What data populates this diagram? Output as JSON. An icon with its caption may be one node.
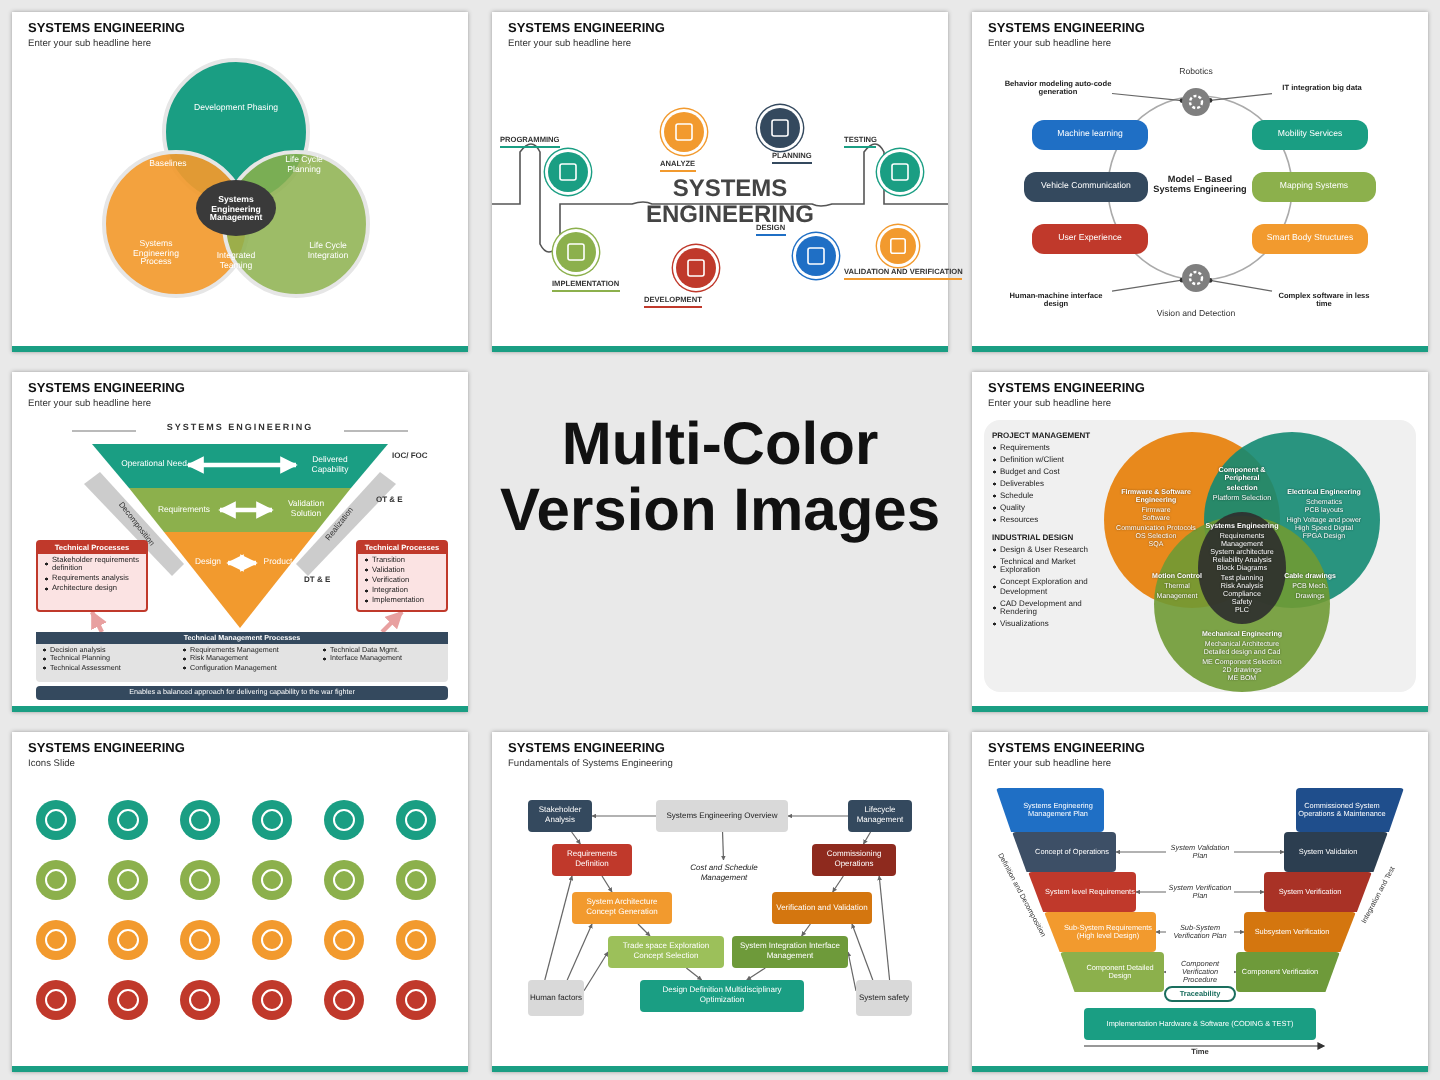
{
  "diagram": {
    "nodes": [
      {
        "text": [
          "SYSTEMS ENGINEERING",
          "Enter your sub headline here"
        ]
      },
      {
        "text": [
          "Development Phasing"
        ],
        "in": 0
      },
      {
        "text": [
          "Baselines"
        ],
        "in": 0
      },
      {
        "text": [
          "Life Cycle Planning"
        ],
        "in": 0
      },
      {
        "text": [
          "Systems Engineering Management"
        ],
        "in": 0
      },
      {
        "text": [
          "Systems Engineering Process"
        ],
        "in": 0
      },
      {
        "text": [
          "Integrated Teaming"
        ],
        "in": 0
      },
      {
        "text": [
          "Life Cycle Integration"
        ],
        "in": 0
      },
      {
        "text": [
          "SYSTEMS ENGINEERING",
          "Enter your sub headline here"
        ]
      },
      {
        "text": [],
        "shape": "circle",
        "beside": [
          "PROGRAMMING"
        ],
        "in": 8
      },
      {
        "text": [],
        "shape": "circle",
        "beside": [
          "IMPLEMENTATION"
        ],
        "in": 8
      },
      {
        "text": [],
        "shape": "circle",
        "beside": [
          "ANALYZE"
        ],
        "in": 8
      },
      {
        "text": [],
        "shape": "circle",
        "beside": [
          "DEVELOPMENT"
        ],
        "in": 8
      },
      {
        "text": [],
        "shape": "circle",
        "beside": [
          "PLANNING"
        ],
        "in": 8
      },
      {
        "text": [],
        "shape": "circle",
        "beside": [
          "DESIGN"
        ],
        "in": 8
      },
      {
        "text": [],
        "shape": "circle",
        "beside": [
          "TESTING"
        ],
        "in": 8
      },
      {
        "text": [],
        "shape": "circle",
        "beside": [
          "VALIDATION AND VERIFICATION"
        ],
        "in": 8
      },
      {
        "text": [
          "SYSTEMS ENGINEERING",
          "Enter your sub headline here"
        ]
      },
      {
        "text": [
          "Robotics"
        ],
        "in": 17
      },
      {
        "text": [
          "Machine learning"
        ],
        "in": 17
      },
      {
        "text": [
          "Vehicle Communication"
        ],
        "in": 17
      },
      {
        "text": [
          "User Experience"
        ],
        "in": 17
      },
      {
        "text": [
          "Model – Based Systems Engineering"
        ],
        "in": 17
      },
      {
        "text": [
          "Mobility Services"
        ],
        "in": 17
      },
      {
        "text": [
          "Mapping Systems"
        ],
        "in": 17
      },
      {
        "text": [
          "Smart Body Structures"
        ],
        "in": 17
      },
      {
        "text": [
          "Vision and Detection"
        ],
        "in": 17
      },
      {
        "text": [
          "Behavior modeling auto-code generation"
        ],
        "in": 17
      },
      {
        "text": [
          "IT integration big data"
        ],
        "in": 17
      },
      {
        "text": [
          "Human-machine interface design"
        ],
        "in": 17
      },
      {
        "text": [
          "Complex software in less time"
        ],
        "in": 17
      },
      {
        "text": [
          "SYSTEMS ENGINEERING",
          "Enter your sub headline here"
        ]
      },
      {
        "text": [
          "Operational Need"
        ],
        "in": 31
      },
      {
        "text": [
          "Delivered Capability"
        ],
        "in": 31
      },
      {
        "text": [
          "Requirements"
        ],
        "in": 31
      },
      {
        "text": [
          "Validation Solution"
        ],
        "in": 31
      },
      {
        "text": [
          "Design"
        ],
        "in": 31
      },
      {
        "text": [
          "Product"
        ],
        "in": 31
      },
      {
        "text": [
          "Technical Processes",
          "Stakeholder requirements definition",
          "Requirements analysis",
          "Architecture design"
        ],
        "in": 31
      },
      {
        "text": [
          "Technical Processes",
          "Transition",
          "Validation",
          "Verification",
          "Integration",
          "Implementation"
        ],
        "in": 31
      },
      {
        "text": [
          "Technical Management Processes",
          "Decision analysis",
          "Requirements Management",
          "Technical Data Mgmt.",
          "Technical Planning",
          "Risk Management",
          "Interface Management",
          "Technical Assessment",
          "Configuration Management"
        ],
        "in": 31
      },
      {
        "text": [
          "Enables a balanced approach for delivering capability to the war fighter"
        ],
        "in": 31
      },
      {
        "text": [
          "SYSTEMS ENGINEERING",
          "Enter your sub headline here"
        ]
      },
      {
        "text": [
          "Firmware & Software Engineering",
          "Firmware",
          "Software",
          "Communication Protocols",
          "OS Selection",
          "SQA"
        ],
        "in": 42
      },
      {
        "text": [
          "Electrical Engineering",
          "Schematics",
          "PCB layouts",
          "High Voltage and power",
          "High Speed Digital",
          "FPGA Design"
        ],
        "in": 42
      },
      {
        "text": [
          "Component & Peripheral selection",
          "Platform Selection"
        ],
        "in": 42
      },
      {
        "text": [
          "Systems Engineering",
          "Requirements Management",
          "System architecture",
          "Reliability Analysis",
          "Block Diagrams",
          "Test planning",
          "Risk Analysis",
          "Compliance",
          "Safety",
          "PLC"
        ],
        "in": 42
      },
      {
        "text": [
          "Motion Control",
          "Thermal Management"
        ],
        "in": 42
      },
      {
        "text": [
          "Cable drawings",
          "PCB Mech. Drawings"
        ],
        "in": 42
      },
      {
        "text": [
          "Mechanical Engineering",
          "Mechanical Architecture",
          "Detailed design and Cad",
          "ME Component Selection",
          "2D drawings",
          "ME BOM"
        ],
        "in": 42
      },
      {
        "text": [
          "SYSTEMS ENGINEERING",
          "Icons Slide"
        ]
      },
      {
        "text": [
          "SYSTEMS ENGINEERING",
          "Fundamentals of Systems Engineering"
        ]
      },
      {
        "text": [
          "Stakeholder Analysis"
        ],
        "in": 51
      },
      {
        "text": [
          "Systems Engineering Overview"
        ],
        "in": 51
      },
      {
        "text": [
          "Lifecycle Management"
        ],
        "in": 51
      },
      {
        "text": [
          "Requirements Definition"
        ],
        "in": 51
      },
      {
        "text": [
          "Cost and Schedule Management"
        ],
        "in": 51
      },
      {
        "text": [
          "Commissioning Operations"
        ],
        "in": 51
      },
      {
        "text": [
          "System Architecture Concept Generation"
        ],
        "in": 51
      },
      {
        "text": [
          "Verification and Validation"
        ],
        "in": 51
      },
      {
        "text": [
          "Trade space Exploration Concept Selection"
        ],
        "in": 51
      },
      {
        "text": [
          "System Integration Interface Management"
        ],
        "in": 51
      },
      {
        "text": [
          "Human factors"
        ],
        "in": 51
      },
      {
        "text": [
          "Design Definition Multidisciplinary Optimization"
        ],
        "in": 51
      },
      {
        "text": [
          "System safety"
        ],
        "in": 51
      },
      {
        "text": [
          "SYSTEMS ENGINEERING",
          "Enter your sub headline here"
        ]
      },
      {
        "text": [
          "Systems Engineering Management Plan"
        ],
        "in": 65
      },
      {
        "text": [
          "Concept of Operations"
        ],
        "in": 65
      },
      {
        "text": [
          "System level Requirements"
        ],
        "in": 65
      },
      {
        "text": [
          "Sub-System Requirements (High level Design)"
        ],
        "in": 65
      },
      {
        "text": [
          "Component Detailed Design"
        ],
        "in": 65
      },
      {
        "text": [
          "Implementation Hardware & Software (CODING & TEST)"
        ],
        "in": 65
      },
      {
        "text": [
          "Commissioned System Operations & Maintenance"
        ],
        "in": 65
      },
      {
        "text": [
          "System Validation"
        ],
        "in": 65
      },
      {
        "text": [
          "System Verification"
        ],
        "in": 65
      },
      {
        "text": [
          "Subsystem Verification"
        ],
        "in": 65
      },
      {
        "text": [
          "Component Verification"
        ],
        "in": 65
      },
      {
        "text": [
          "Traceability"
        ],
        "in": 65
      }
    ],
    "edges": [
      {
        "from": 27,
        "to": 18,
        "arrow": "none"
      },
      {
        "from": 28,
        "to": 18,
        "arrow": "none"
      },
      {
        "from": 29,
        "to": 26,
        "arrow": "none"
      },
      {
        "from": 30,
        "to": 26,
        "arrow": "none"
      },
      {
        "from": 32,
        "to": 33,
        "arrow": "both",
        "style": "thick",
        "color": "#ffffff"
      },
      {
        "from": 34,
        "to": 35,
        "arrow": "both",
        "style": "thick",
        "color": "#ffffff"
      },
      {
        "from": 36,
        "to": 37,
        "arrow": "both",
        "style": "thick",
        "color": "#ffffff"
      },
      {
        "from": 40,
        "to": 38,
        "arrow": "to",
        "style": "thick",
        "color": "#e8a0a0"
      },
      {
        "from": 40,
        "to": 39,
        "arrow": "to",
        "style": "thick",
        "color": "#e8a0a0"
      },
      {
        "from": 53,
        "to": 52,
        "arrow": "to"
      },
      {
        "from": 54,
        "to": 53,
        "arrow": "to"
      },
      {
        "from": 53,
        "to": 56,
        "arrow": "to"
      },
      {
        "from": 52,
        "to": 55,
        "arrow": "to"
      },
      {
        "from": 54,
        "to": 57,
        "arrow": "to"
      },
      {
        "from": 55,
        "to": 58,
        "arrow": "to"
      },
      {
        "from": 58,
        "to": 60,
        "arrow": "to"
      },
      {
        "from": 60,
        "to": 63,
        "arrow": "to"
      },
      {
        "from": 57,
        "to": 59,
        "arrow": "to"
      },
      {
        "from": 59,
        "to": 61,
        "arrow": "to"
      },
      {
        "from": 61,
        "to": 63,
        "arrow": "to"
      },
      {
        "from": 62,
        "to": 55,
        "arrow": "to"
      },
      {
        "from": 62,
        "to": 58,
        "arrow": "to"
      },
      {
        "from": 62,
        "to": 60,
        "arrow": "to"
      },
      {
        "from": 64,
        "to": 57,
        "arrow": "to"
      },
      {
        "from": 64,
        "to": 59,
        "arrow": "to"
      },
      {
        "from": 64,
        "to": 61,
        "arrow": "to"
      },
      {
        "from": 67,
        "to": 73,
        "arrow": "both",
        "label": "System Validation Plan"
      },
      {
        "from": 68,
        "to": 74,
        "arrow": "both",
        "label": "System Verification Plan"
      },
      {
        "from": 69,
        "to": 75,
        "arrow": "both",
        "label": "Sub-System Verification Plan"
      },
      {
        "from": 70,
        "to": 76,
        "arrow": "both",
        "label": "Component Verification Procedure"
      }
    ],
    "labels": [
      "SYSTEMS ENGINEERING",
      "SYSTEMS ENGINEERING",
      "IOC/ FOC",
      "OT & E",
      "DT & E",
      "Decomposition",
      "Realization",
      "Multi-Color Version Images",
      "PROJECT MANAGEMENT",
      "Requirements",
      "Definition w/Client",
      "Budget and Cost",
      "Deliverables",
      "Schedule",
      "Quality",
      "Resources",
      "INDUSTRIAL DESIGN",
      "Design & User Research",
      "Technical and Market Exploration",
      "Concept Exploration and Development",
      "CAD Development and Rendering",
      "Visualizations",
      "Definition and Decomposition",
      "Integration and Test",
      "Time"
    ]
  }
}
